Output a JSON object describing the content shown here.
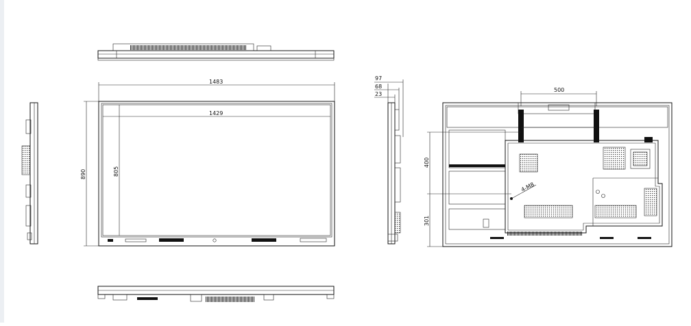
{
  "dimensions": {
    "total_width": "1483",
    "screen_width": "1429",
    "total_height": "890",
    "screen_height": "805",
    "depth_97": "97",
    "depth_68": "68",
    "depth_23": "23",
    "vesa_horizontal": "500",
    "vesa_vertical": "400",
    "bottom_offset": "301",
    "screw_spec": "4-M8"
  }
}
